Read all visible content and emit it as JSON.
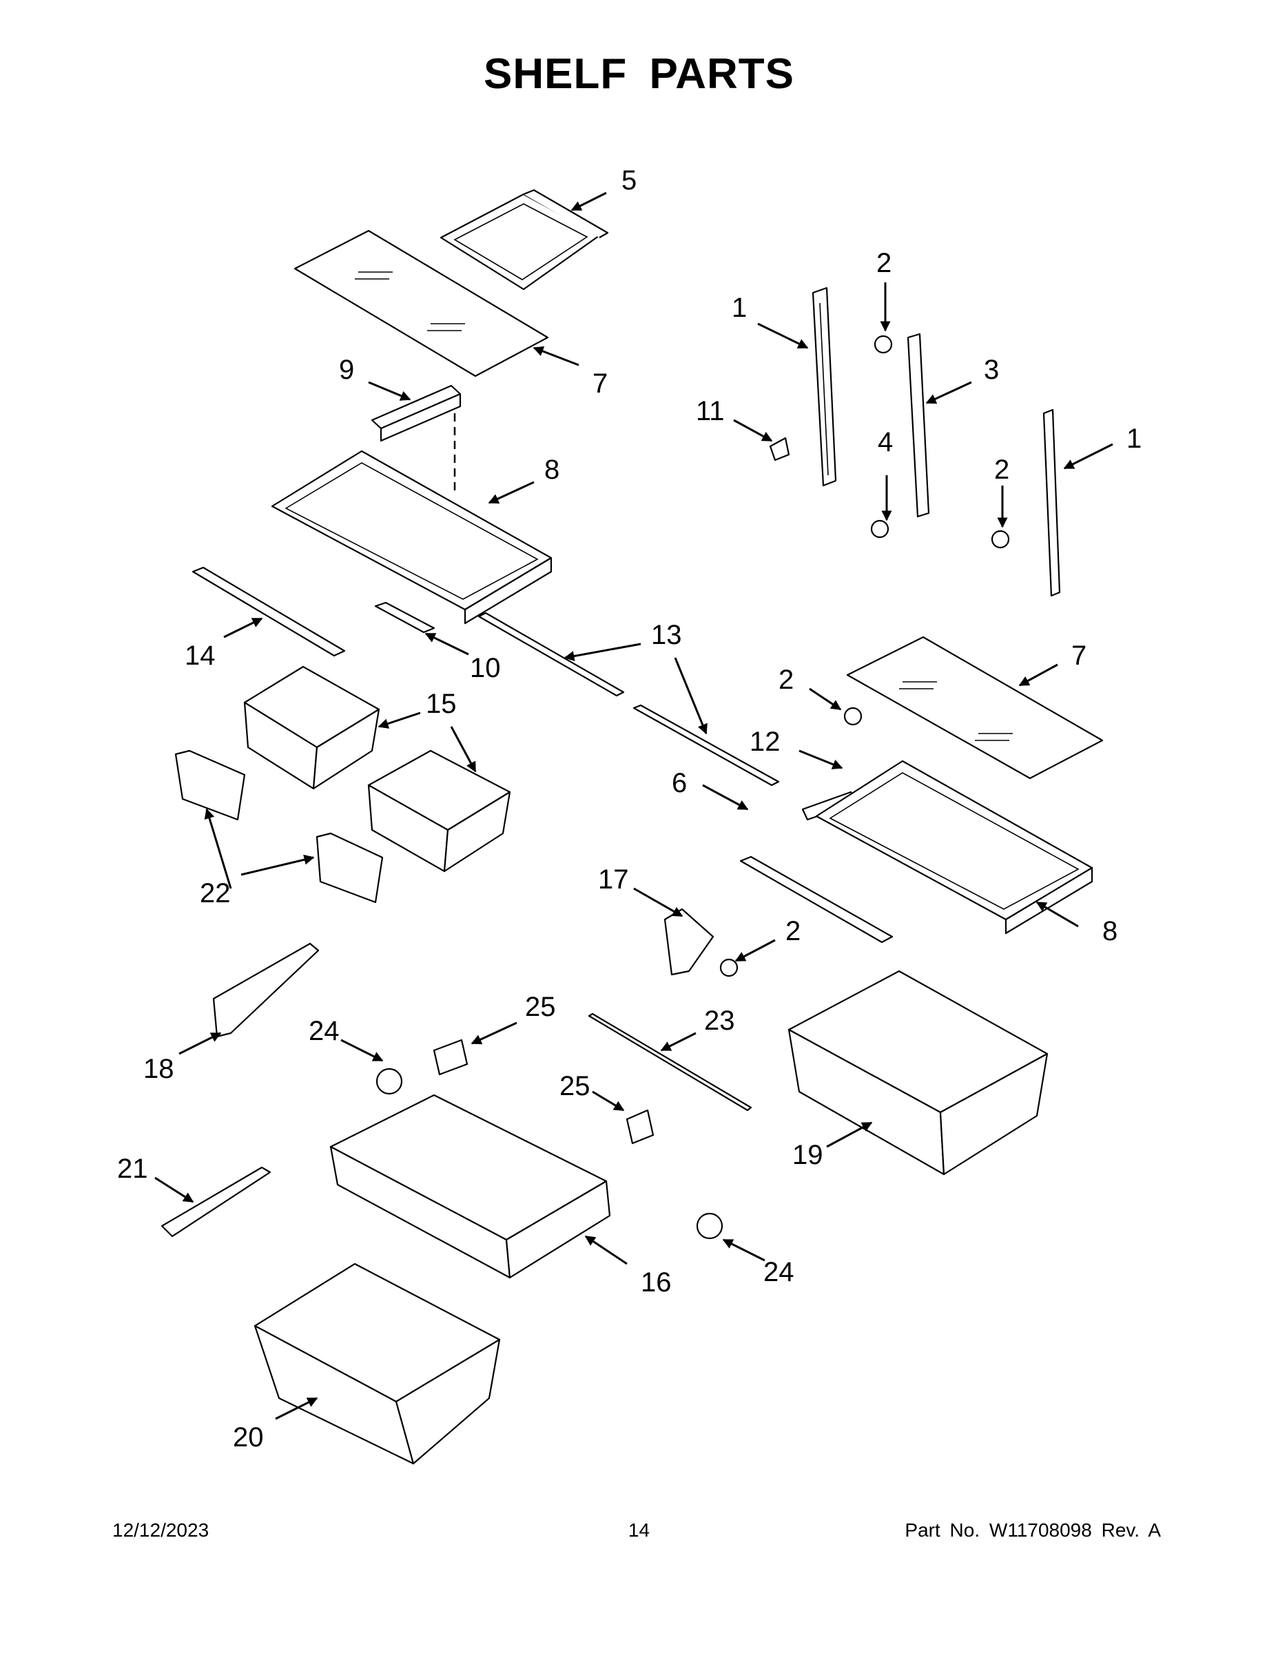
{
  "title": "SHELF PARTS",
  "footer": {
    "date": "12/12/2023",
    "page": "14",
    "part_number": "Part No.  W11708098  Rev.  A"
  },
  "callouts": [
    "5",
    "2",
    "1",
    "3",
    "9",
    "7",
    "11",
    "4",
    "1",
    "2",
    "8",
    "14",
    "10",
    "13",
    "7",
    "15",
    "2",
    "12",
    "22",
    "6",
    "8",
    "17",
    "2",
    "25",
    "23",
    "24",
    "18",
    "25",
    "21",
    "19",
    "16",
    "24",
    "20"
  ]
}
